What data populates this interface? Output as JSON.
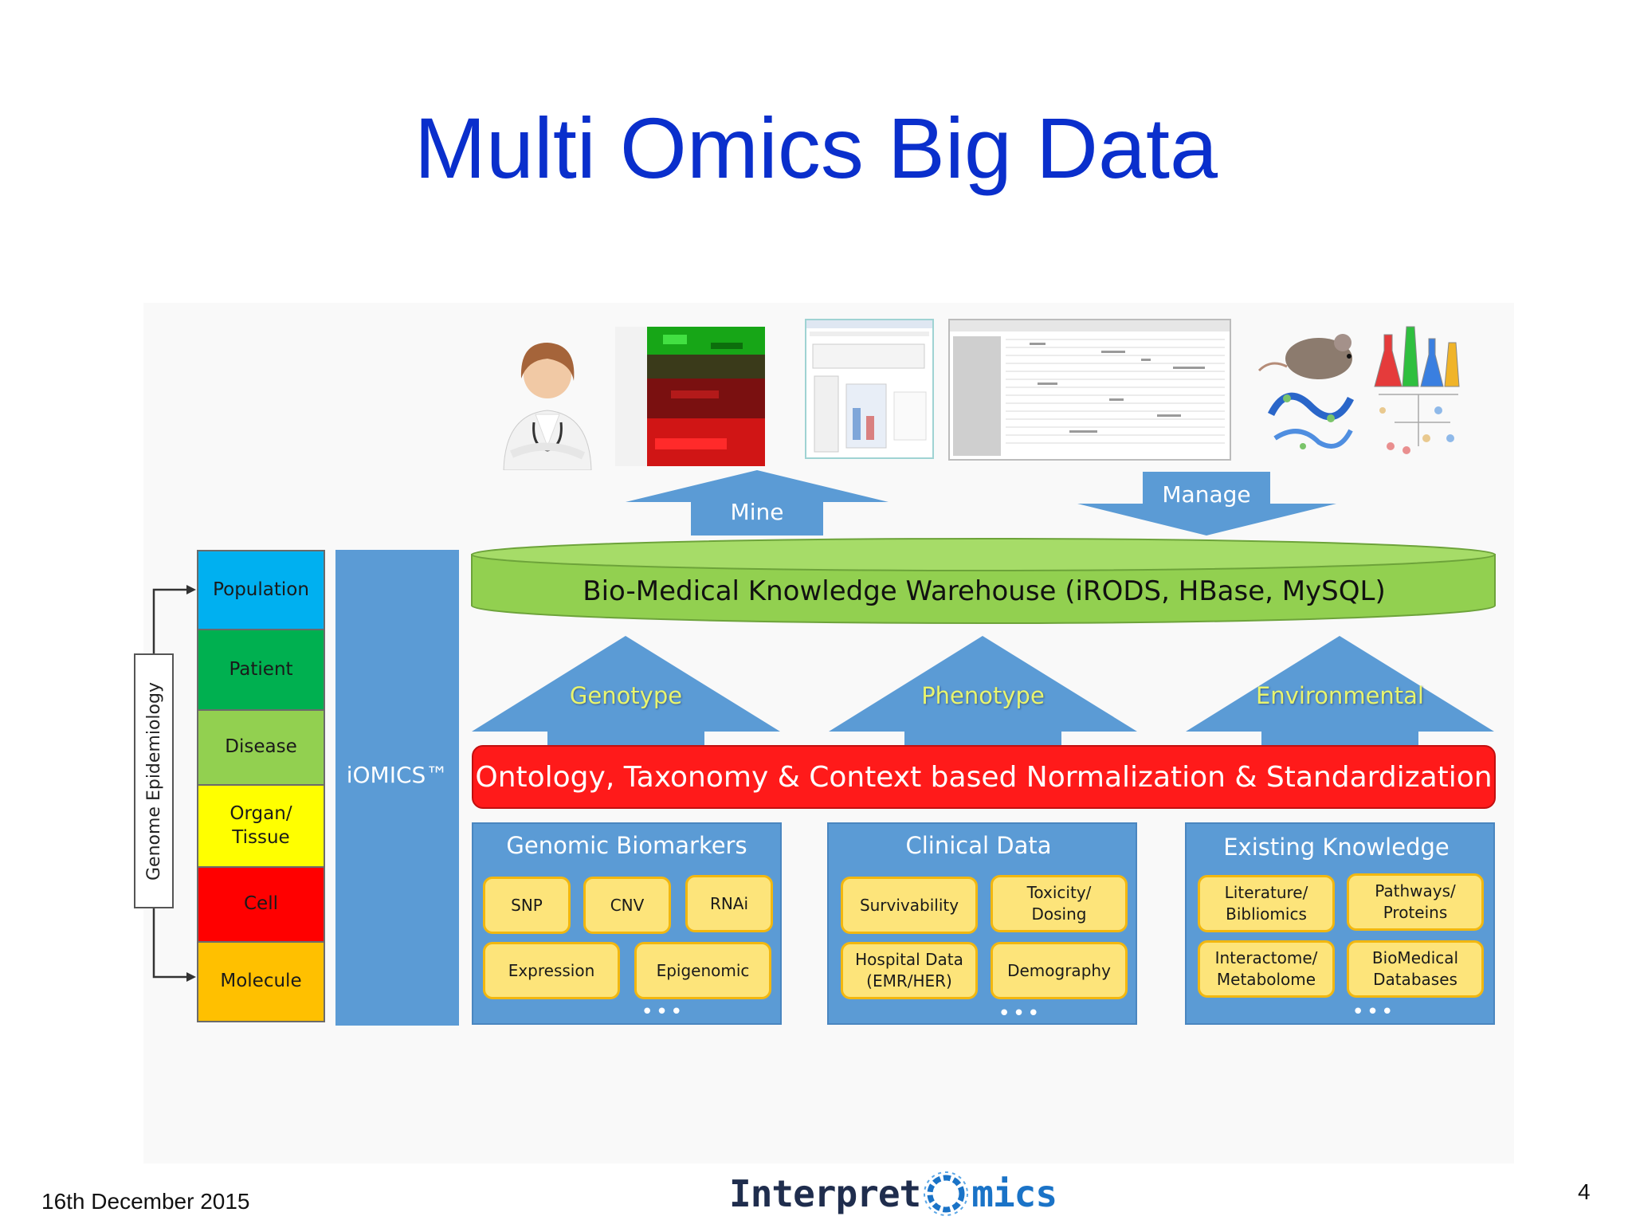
{
  "title": "Multi Omics Big Data",
  "footer": {
    "date": "16th December 2015",
    "page_number": "4",
    "logo_left": "Interpret",
    "logo_right": "mics"
  },
  "arrows": {
    "mine": "Mine",
    "manage": "Manage"
  },
  "warehouse": "Bio-Medical Knowledge Warehouse (iRODS, HBase, MySQL)",
  "data_types": [
    "Genotype",
    "Phenotype",
    "Environmental"
  ],
  "ontology": "Ontology, Taxonomy & Context based Normalization & Standardization",
  "platform": "iOMICS™",
  "epidemiology": "Genome Epidemiology",
  "levels": [
    {
      "label": "Population",
      "color": "#00b0f0"
    },
    {
      "label": "Patient",
      "color": "#00b050"
    },
    {
      "label": "Disease",
      "color": "#92d050"
    },
    {
      "label": "Organ/\nTissue",
      "color": "#ffff00"
    },
    {
      "label": "Cell",
      "color": "#ff0000"
    },
    {
      "label": "Molecule",
      "color": "#ffc000"
    }
  ],
  "groups": [
    {
      "title": "Genomic Biomarkers",
      "items": [
        "SNP",
        "CNV",
        "RNAi",
        "Expression",
        "Epigenomic"
      ],
      "more": "•••"
    },
    {
      "title": "Clinical Data",
      "items": [
        "Survivability",
        "Toxicity/\nDosing",
        "Hospital Data\n(EMR/HER)",
        "Demography"
      ],
      "more": "•••"
    },
    {
      "title": "Existing Knowledge",
      "items": [
        "Literature/\nBibliomics",
        "Pathways/\nProteins",
        "Interactome/\nMetabolome",
        "BioMedical\nDatabases"
      ],
      "more": "•••"
    }
  ],
  "colors": {
    "title": "#0a2fcc",
    "blue": "#5b9bd5",
    "green": "#92d050",
    "red": "#ff1a1a",
    "chip": "#fde47a"
  }
}
